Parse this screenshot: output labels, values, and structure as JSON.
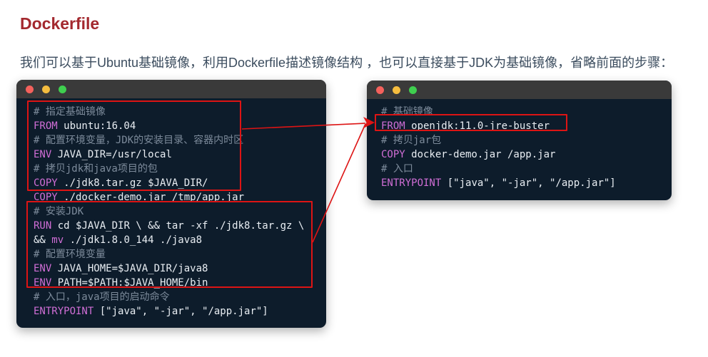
{
  "page": {
    "title": "Dockerfile",
    "subtitle": "我们可以基于Ubuntu基础镜像，利用Dockerfile描述镜像结构 ，也可以直接基于JDK为基础镜像，省略前面的步骤："
  },
  "colors": {
    "title": "#a3282e",
    "subtitle": "#3b4c5e",
    "window_bg": "#0d1c2b",
    "titlebar_bg": "#3a3a3a",
    "dot_red": "#f4615c",
    "dot_yellow": "#f5bd3f",
    "dot_green": "#3fcf4f",
    "comment": "#7d8b9b",
    "keyword": "#d06ed6",
    "code_text": "#e9eef3",
    "annotation": "#dd1414"
  },
  "icons": {
    "window_dots": [
      "close-icon",
      "minimize-icon",
      "zoom-icon"
    ],
    "arrowhead": "right-arrowhead-icon"
  },
  "left_window": {
    "lines": [
      [
        {
          "c": "comment",
          "t": "# 指定基础镜像"
        }
      ],
      [
        {
          "c": "kw",
          "t": "FROM"
        },
        {
          "c": "plain",
          "t": " ubuntu:16.04"
        }
      ],
      [
        {
          "c": "comment",
          "t": "# 配置环境变量，JDK的安装目录、容器内时区"
        }
      ],
      [
        {
          "c": "kw",
          "t": "ENV"
        },
        {
          "c": "plain",
          "t": " JAVA_DIR=/usr/local"
        }
      ],
      [
        {
          "c": "comment",
          "t": "# 拷贝jdk和java项目的包"
        }
      ],
      [
        {
          "c": "kw",
          "t": "COPY"
        },
        {
          "c": "plain",
          "t": " ./jdk8.tar.gz $JAVA_DIR/"
        }
      ],
      [
        {
          "c": "kw",
          "t": "COPY"
        },
        {
          "c": "plain",
          "t": " ./docker-demo.jar /tmp/app.jar"
        }
      ],
      [
        {
          "c": "comment",
          "t": "# 安装JDK"
        }
      ],
      [
        {
          "c": "kw",
          "t": "RUN"
        },
        {
          "c": "plain",
          "t": " cd $JAVA_DIR \\ && tar -xf ./jdk8.tar.gz \\"
        }
      ],
      [
        {
          "c": "plain",
          "t": "&& "
        },
        {
          "c": "kw",
          "t": "mv"
        },
        {
          "c": "plain",
          "t": " ./jdk1.8.0_144 ./java8"
        }
      ],
      [
        {
          "c": "comment",
          "t": "# 配置环境变量"
        }
      ],
      [
        {
          "c": "kw",
          "t": "ENV"
        },
        {
          "c": "plain",
          "t": " JAVA_HOME=$JAVA_DIR/java8"
        }
      ],
      [
        {
          "c": "kw",
          "t": "ENV"
        },
        {
          "c": "plain",
          "t": " PATH=$PATH:$JAVA_HOME/bin"
        }
      ],
      [
        {
          "c": "comment",
          "t": "# 入口，java项目的启动命令"
        }
      ],
      [
        {
          "c": "kw",
          "t": "ENTRYPOINT"
        },
        {
          "c": "plain",
          "t": " [\"java\", \"-jar\", \"/app.jar\"]"
        }
      ]
    ]
  },
  "right_window": {
    "lines": [
      [
        {
          "c": "comment",
          "t": "# 基础镜像"
        }
      ],
      [
        {
          "c": "kw",
          "t": "FROM"
        },
        {
          "c": "plain",
          "t": " openjdk:11.0-jre-buster"
        }
      ],
      [
        {
          "c": "comment",
          "t": "# 拷贝jar包"
        }
      ],
      [
        {
          "c": "kw",
          "t": "COPY"
        },
        {
          "c": "plain",
          "t": " docker-demo.jar /app.jar"
        }
      ],
      [
        {
          "c": "comment",
          "t": "# 入口"
        }
      ],
      [
        {
          "c": "kw",
          "t": "ENTRYPOINT"
        },
        {
          "c": "plain",
          "t": " [\"java\", \"-jar\", \"/app.jar\"]"
        }
      ]
    ]
  }
}
